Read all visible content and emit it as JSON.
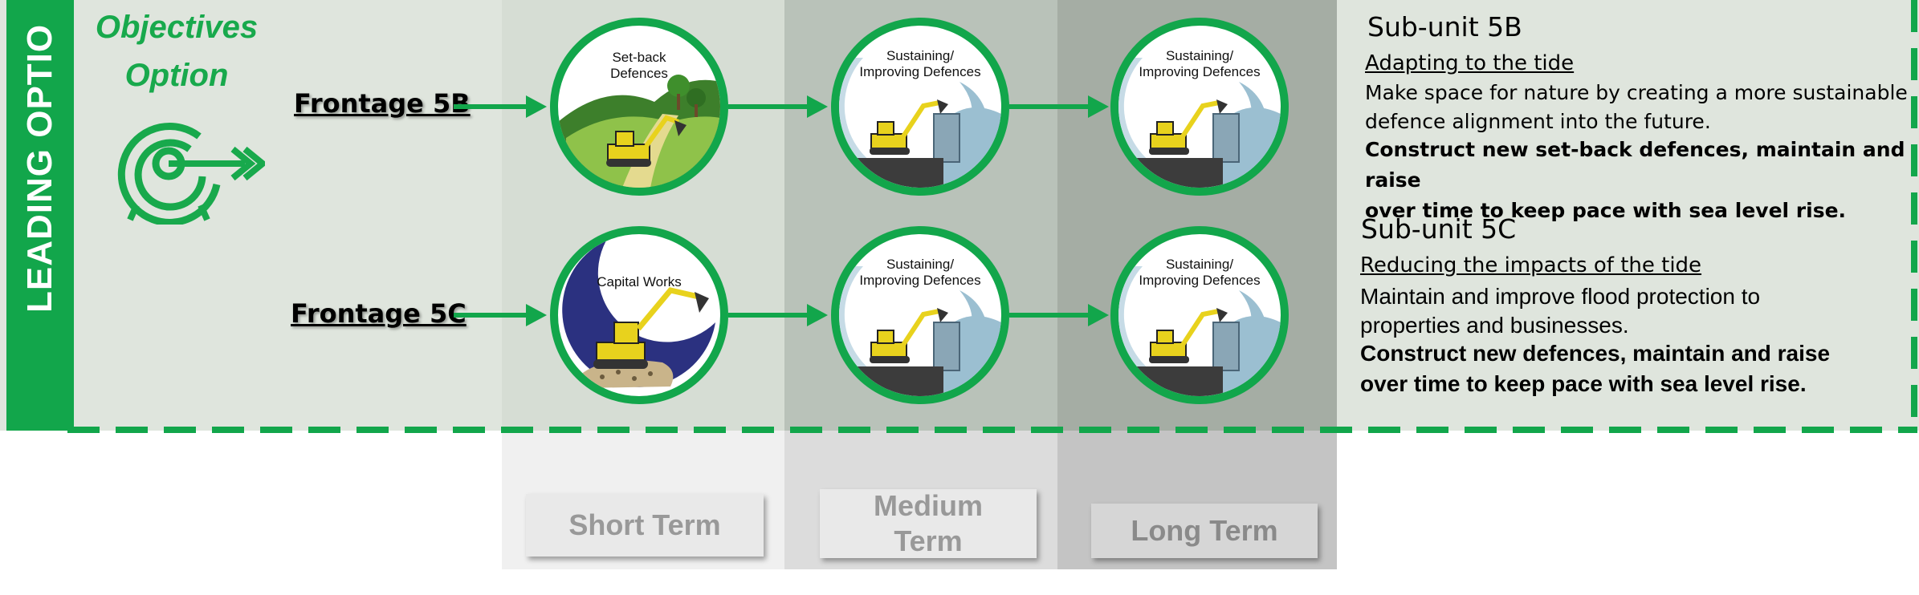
{
  "colors": {
    "green": "#12a64b",
    "band": "#dfe5dd",
    "short_col": "#d6ddd4",
    "medium_col": "#b9c2b9",
    "long_col": "#a5ada4",
    "capital_navy": "#2b3180",
    "water_blue": "#9bbfd1",
    "excavator_yellow": "#e8d21d"
  },
  "side_label": "LEADING OPTIO",
  "objectives": {
    "title_line1": "Objectives",
    "title_line2": "Option",
    "icon": "target-arrow-icon"
  },
  "rows": [
    {
      "frontage": "Frontage 5B",
      "circles": [
        {
          "label_line1": "Set-back",
          "label_line2": "Defences",
          "icon": "setback-defences-icon"
        },
        {
          "label_line1": "Sustaining/",
          "label_line2": "Improving Defences",
          "icon": "sustaining-defences-icon"
        },
        {
          "label_line1": "Sustaining/",
          "label_line2": "Improving Defences",
          "icon": "sustaining-defences-icon"
        }
      ]
    },
    {
      "frontage": "Frontage 5C",
      "circles": [
        {
          "label_line1": "Capital Works",
          "label_line2": "",
          "icon": "capital-works-icon"
        },
        {
          "label_line1": "Sustaining/",
          "label_line2": "Improving Defences",
          "icon": "sustaining-defences-icon"
        },
        {
          "label_line1": "Sustaining/",
          "label_line2": "Improving Defences",
          "icon": "sustaining-defences-icon"
        }
      ]
    }
  ],
  "subunits": [
    {
      "title": "Sub-unit 5B",
      "heading": "Adapting to the tide",
      "body_line1": "Make space for nature by creating a more sustainable",
      "body_line2": "defence alignment into the future.",
      "bold_line1": "Construct new set-back defences, maintain and raise",
      "bold_line2": "over time to keep pace with sea level rise."
    },
    {
      "title": "Sub-unit 5C",
      "heading": "Reducing the impacts of the tide",
      "body_line1": "Maintain and improve flood protection to",
      "body_line2": "properties and businesses.",
      "bold_line1": "Construct new defences, maintain and raise",
      "bold_line2": "over time to keep pace with sea level rise."
    }
  ],
  "terms": {
    "short": "Short Term",
    "medium_line1": "Medium",
    "medium_line2": "Term",
    "long": "Long Term"
  }
}
